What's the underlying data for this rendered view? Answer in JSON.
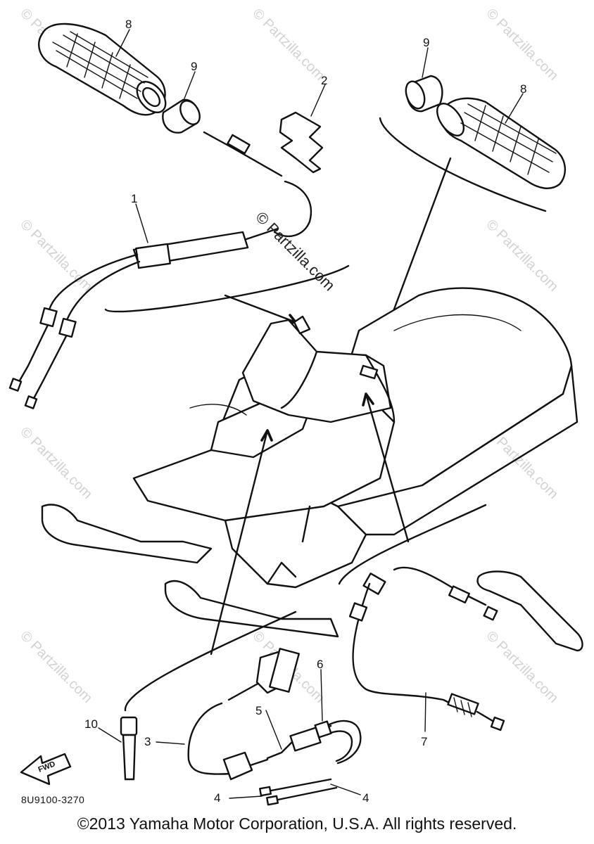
{
  "diagram": {
    "part_labels": [
      "8",
      "9",
      "2",
      "9",
      "8",
      "1",
      "6",
      "5",
      "10",
      "3",
      "7",
      "4",
      "4"
    ],
    "code": "8U9100-3270",
    "forward_label": "FWD",
    "center_watermark": "© Partzilla.com",
    "watermark": "© Partzilla.com",
    "copyright": "©2013 Yamaha Motor Corporation, U.S.A. All rights reserved."
  }
}
